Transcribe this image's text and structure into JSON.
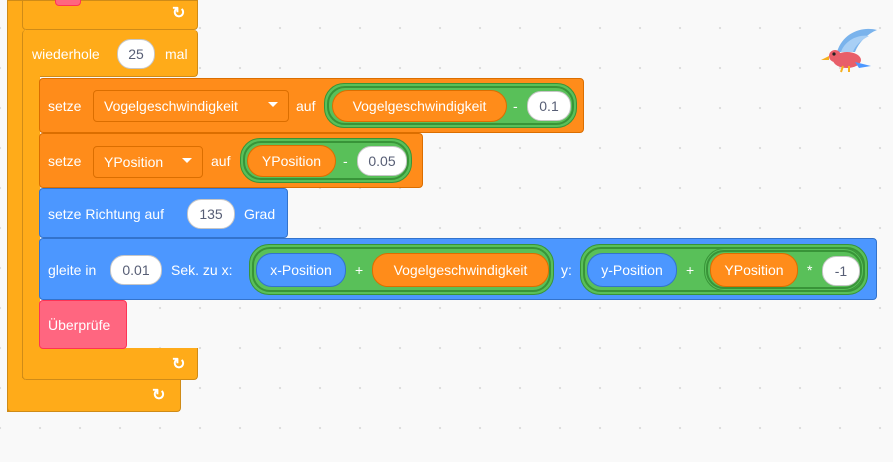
{
  "blocks": {
    "repeat": {
      "keyword": "wiederhole",
      "count": "25",
      "suffix": "mal"
    },
    "set1": {
      "keyword": "setze",
      "variable": "Vogelgeschwindigkeit",
      "to": "auf",
      "operand_var": "Vogelgeschwindigkeit",
      "operator": "-",
      "operand_num": "0.1"
    },
    "set2": {
      "keyword": "setze",
      "variable": "YPosition",
      "to": "auf",
      "operand_var": "YPosition",
      "operator": "-",
      "operand_num": "0.05"
    },
    "direction": {
      "label": "setze Richtung auf",
      "value": "135",
      "unit": "Grad"
    },
    "glide": {
      "prefix": "gleite in",
      "secs": "0.01",
      "mid": "Sek. zu x:",
      "x_a": "x-Position",
      "x_op": "+",
      "x_b": "Vogelgeschwindigkeit",
      "y_label": "y:",
      "y_a": "y-Position",
      "y_op": "+",
      "y_b": "YPosition",
      "y_op2": "*",
      "y_num": "-1"
    },
    "custom": {
      "label": "Überprüfe"
    }
  },
  "colors": {
    "control": "#ffab19",
    "variables": "#ff8c1a",
    "operators": "#59c059",
    "motion": "#4c97ff",
    "my_blocks": "#ff6680"
  },
  "icons": {
    "loop": "repeat-arrow-icon",
    "sprite": "bird-sprite-icon"
  }
}
